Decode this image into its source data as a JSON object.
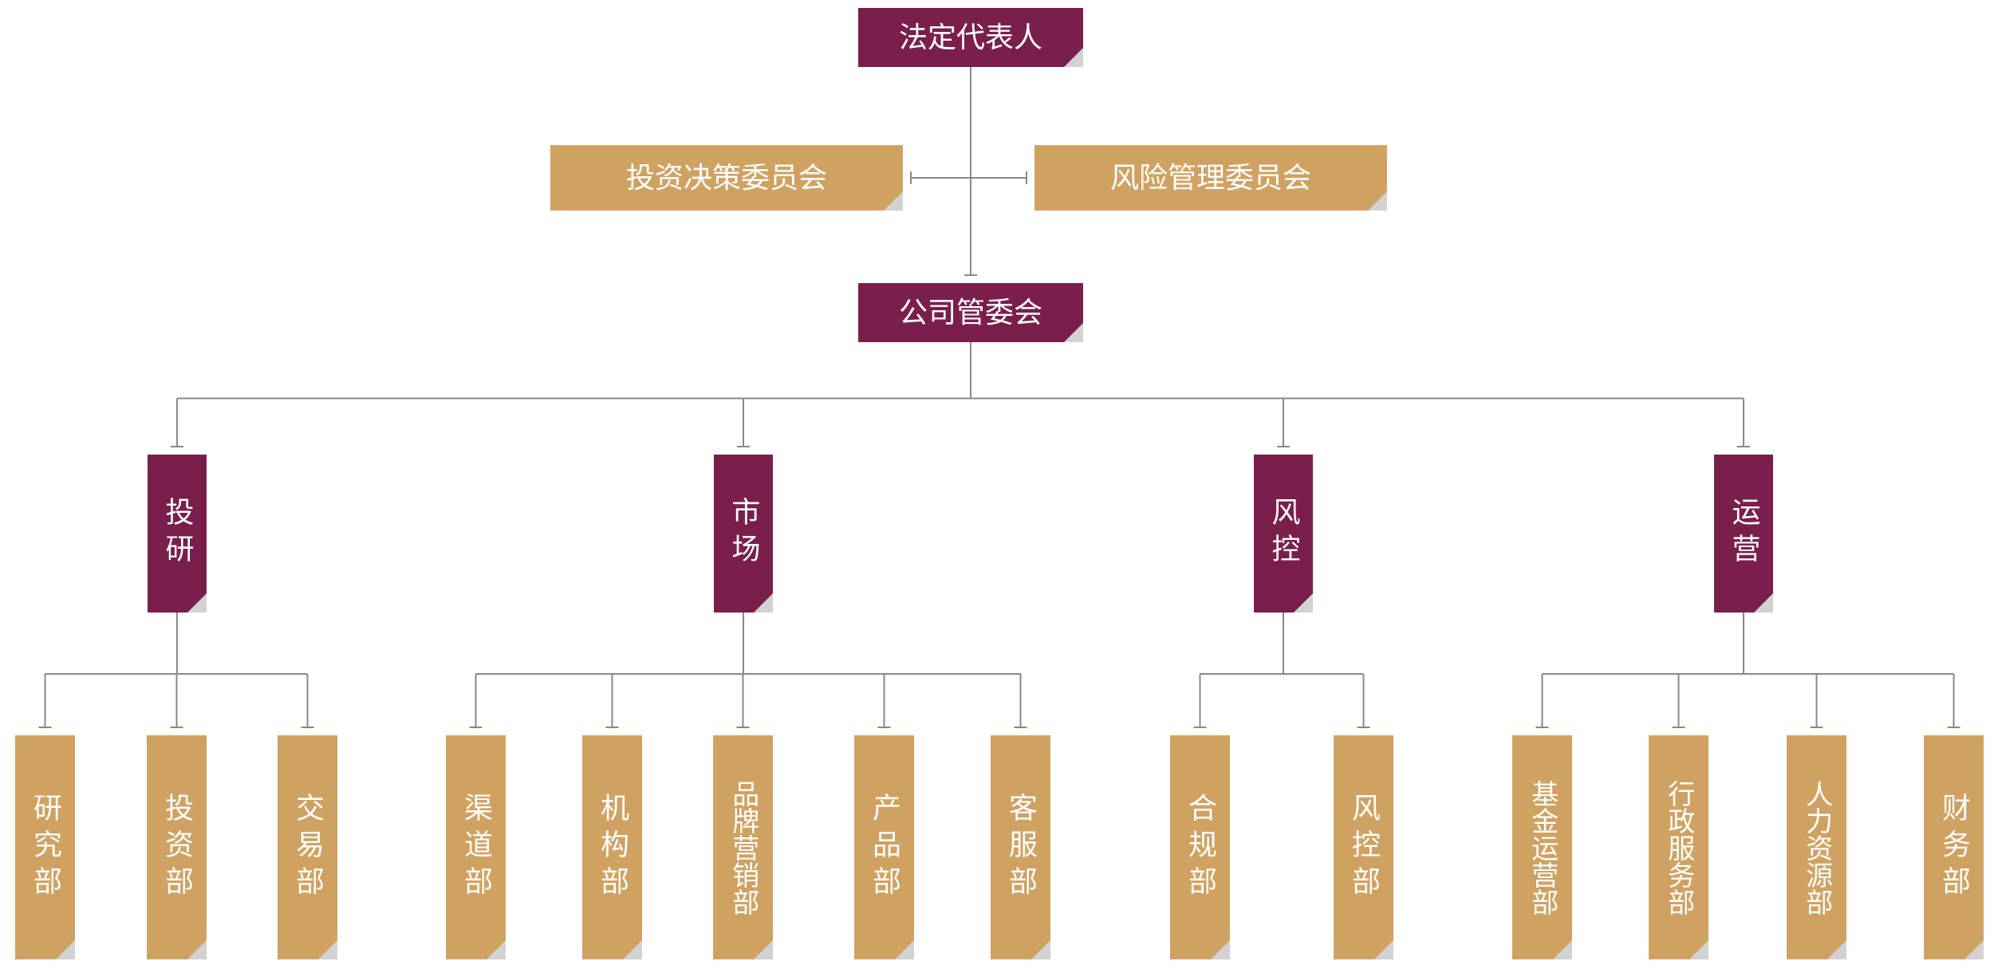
{
  "colors": {
    "primary": "#7a1f4c",
    "secondary": "#d0a262",
    "connector": "#888888",
    "fold": "#d2d2d2"
  },
  "nodes": [
    {
      "id": "legal-rep",
      "label": "法定代表人",
      "style": "primary"
    },
    {
      "id": "inv-committee",
      "label": "投资决策委员会",
      "style": "secondary"
    },
    {
      "id": "risk-committee",
      "label": "风险管理委员会",
      "style": "secondary"
    },
    {
      "id": "mgmt-committee",
      "label": "公司管委会",
      "style": "primary"
    },
    {
      "id": "div-research",
      "label": "投研",
      "style": "primary"
    },
    {
      "id": "div-market",
      "label": "市场",
      "style": "primary"
    },
    {
      "id": "div-risk",
      "label": "风控",
      "style": "primary"
    },
    {
      "id": "div-ops",
      "label": "运营",
      "style": "primary"
    },
    {
      "id": "dept-research",
      "label": "研究部",
      "style": "secondary"
    },
    {
      "id": "dept-investment",
      "label": "投资部",
      "style": "secondary"
    },
    {
      "id": "dept-trading",
      "label": "交易部",
      "style": "secondary"
    },
    {
      "id": "dept-channel",
      "label": "渠道部",
      "style": "secondary"
    },
    {
      "id": "dept-institution",
      "label": "机构部",
      "style": "secondary"
    },
    {
      "id": "dept-brand",
      "label": "品牌营销部",
      "style": "secondary"
    },
    {
      "id": "dept-product",
      "label": "产品部",
      "style": "secondary"
    },
    {
      "id": "dept-service",
      "label": "客服部",
      "style": "secondary"
    },
    {
      "id": "dept-compliance",
      "label": "合规部",
      "style": "secondary"
    },
    {
      "id": "dept-riskctl",
      "label": "风控部",
      "style": "secondary"
    },
    {
      "id": "dept-fundops",
      "label": "基金运营部",
      "style": "secondary"
    },
    {
      "id": "dept-admin",
      "label": "行政服务部",
      "style": "secondary"
    },
    {
      "id": "dept-hr",
      "label": "人力资源部",
      "style": "secondary"
    },
    {
      "id": "dept-finance",
      "label": "财务部",
      "style": "secondary"
    }
  ],
  "edges": [
    {
      "from": "legal-rep",
      "to": "mgmt-committee"
    },
    {
      "from": "legal-rep",
      "to": "inv-committee"
    },
    {
      "from": "legal-rep",
      "to": "risk-committee"
    },
    {
      "from": "mgmt-committee",
      "to": "div-research"
    },
    {
      "from": "mgmt-committee",
      "to": "div-market"
    },
    {
      "from": "mgmt-committee",
      "to": "div-risk"
    },
    {
      "from": "mgmt-committee",
      "to": "div-ops"
    },
    {
      "from": "div-research",
      "to": "dept-research"
    },
    {
      "from": "div-research",
      "to": "dept-investment"
    },
    {
      "from": "div-research",
      "to": "dept-trading"
    },
    {
      "from": "div-market",
      "to": "dept-channel"
    },
    {
      "from": "div-market",
      "to": "dept-institution"
    },
    {
      "from": "div-market",
      "to": "dept-brand"
    },
    {
      "from": "div-market",
      "to": "dept-product"
    },
    {
      "from": "div-market",
      "to": "dept-service"
    },
    {
      "from": "div-risk",
      "to": "dept-compliance"
    },
    {
      "from": "div-risk",
      "to": "dept-riskctl"
    },
    {
      "from": "div-ops",
      "to": "dept-fundops"
    },
    {
      "from": "div-ops",
      "to": "dept-admin"
    },
    {
      "from": "div-ops",
      "to": "dept-hr"
    },
    {
      "from": "div-ops",
      "to": "dept-finance"
    }
  ]
}
